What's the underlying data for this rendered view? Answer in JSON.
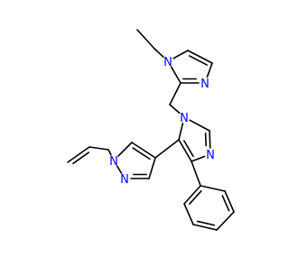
{
  "molecule": {
    "atom_labels": {
      "n_ethyl_imidazole_1": "N",
      "n_ethyl_imidazole_3": "N",
      "n_central_1": "N",
      "n_central_3": "N",
      "n_pyrazole_1": "N",
      "n_pyrazole_2": "N"
    },
    "colors": {
      "bond": "#000000",
      "nitrogen": "#0000ff",
      "background": "#ffffff"
    }
  }
}
